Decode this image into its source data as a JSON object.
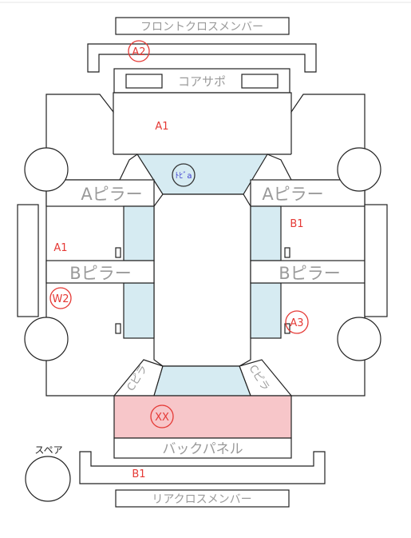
{
  "labels": {
    "front_cross_member": "フロントクロスメンバー",
    "core_support": "コアサポ",
    "a_pillar_left": "Aピラー",
    "a_pillar_right": "Aピラー",
    "b_pillar_left": "Bピラー",
    "b_pillar_right": "Bピラー",
    "pillar_c_left": "Cピラ",
    "pillar_c_right": "Cピラ",
    "back_panel": "バックパネル",
    "rear_cross_member": "リアクロスメンバー",
    "spare": "スペア"
  },
  "marks": {
    "front_cross": "A2",
    "hood_area": "A1",
    "windshield": "ﾄﾋﾞa",
    "left_front_door": "A1",
    "right_front_door": "B1",
    "left_side_sill": "W2",
    "right_rear_door": "A3",
    "rear_floor": "XX",
    "rear_cross": "B1"
  },
  "colors": {
    "glass": "#d6ebf2",
    "damage_fill": "#f7c6c9",
    "mark_red": "#e53935",
    "label_gray": "#9a9a9a",
    "windshield_mark": "#3b3bd1"
  }
}
